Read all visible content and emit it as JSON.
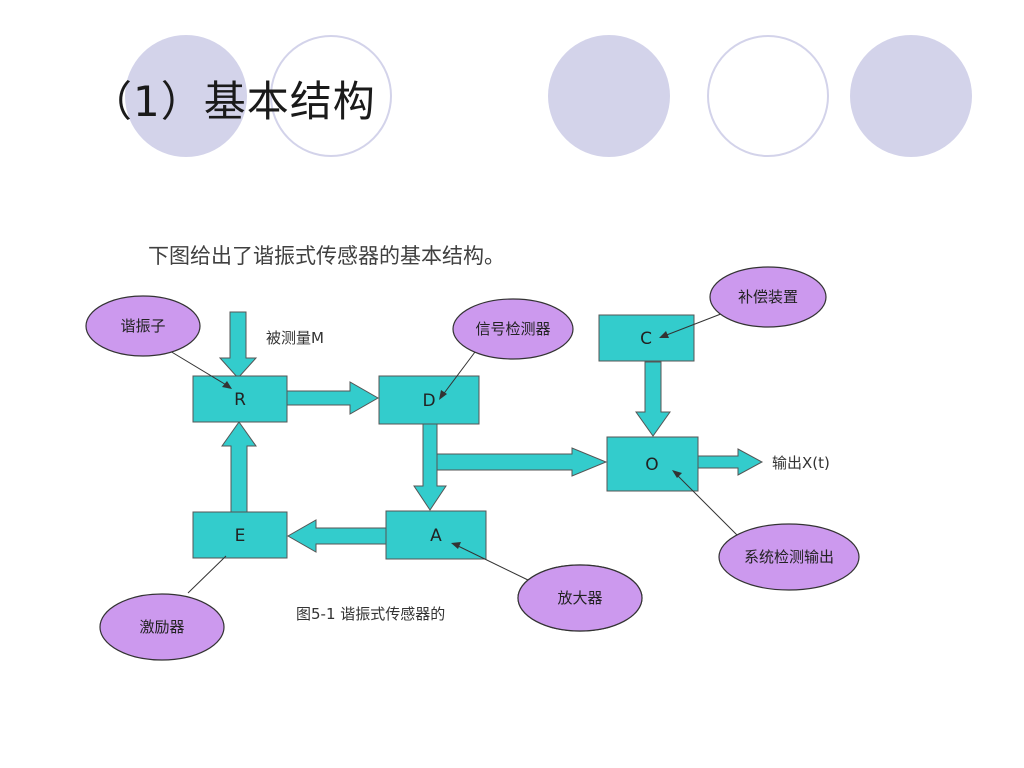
{
  "slide": {
    "title": "（1）基本结构",
    "intro": "下图给出了谐振式传感器的基本结构。"
  },
  "diagram": {
    "boxes": {
      "R": "R",
      "D": "D",
      "A": "A",
      "E": "E",
      "C": "C",
      "O": "O"
    },
    "ellipses": {
      "resonator": "谐振子",
      "signal_detector": "信号检测器",
      "compensator": "补偿装置",
      "amplifier": "放大器",
      "exciter": "激励器",
      "output_detector": "系统检测输出"
    },
    "input_label": "被测量M",
    "output_label": "输出X(t)",
    "caption": "图5-1  谐振式传感器的"
  },
  "colors": {
    "box_fill": "#33cccc",
    "ellipse_fill": "#cc99ee",
    "deco_circle": "#d3d3ea"
  }
}
